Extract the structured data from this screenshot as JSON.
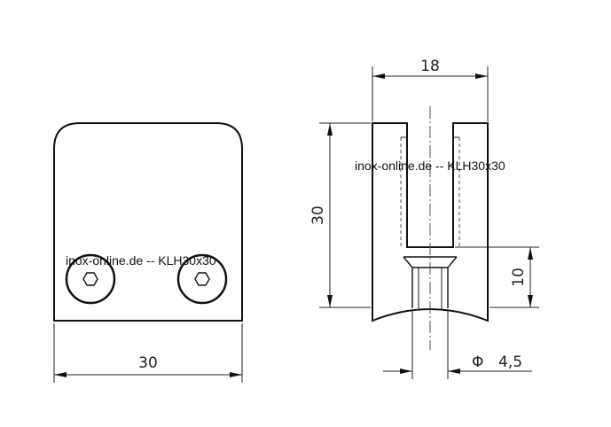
{
  "front_view": {
    "width_dimension": "30",
    "watermark": "inox-online.de -- KLH30x30"
  },
  "side_view": {
    "width_dimension": "18",
    "height_dimension": "30",
    "depth_dimension": "10",
    "hole_symbol": "Φ",
    "hole_diameter": "4,5",
    "watermark": "inox-online.de -- KLH30x30"
  },
  "icons": {
    "screw_head": "hex-socket-screw-icon"
  },
  "colors": {
    "line": "#111111",
    "background": "#ffffff"
  }
}
